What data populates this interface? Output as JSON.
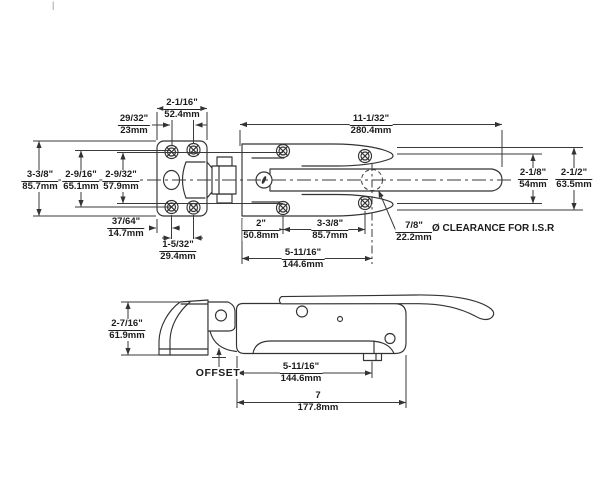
{
  "meta": {
    "type": "technical-drawing",
    "background": "#ffffff",
    "line_color": "#333333",
    "text_color": "#1c1c1c"
  },
  "stray_mark": "|",
  "top_view": {
    "dims": {
      "strike_width": {
        "in": "2-1/16\"",
        "mm": "52.4mm"
      },
      "strike_hole_pitch": {
        "in": "29/32\"",
        "mm": "23mm"
      },
      "overall_length": {
        "in": "11-1/32\"",
        "mm": "280.4mm"
      },
      "strike_height": {
        "in": "3-3/8\"",
        "mm": "85.7mm"
      },
      "strike_hole_pitch_v": {
        "in": "2-9/16\"",
        "mm": "65.1mm"
      },
      "body_hole_pitch_v": {
        "in": "2-9/32\"",
        "mm": "57.9mm"
      },
      "strike_edge_offset": {
        "in": "37/64\"",
        "mm": "14.7mm"
      },
      "strike_hole_pitch_bottom": {
        "in": "1-5/32\"",
        "mm": "29.4mm"
      },
      "body_first_hole": {
        "in": "2\"",
        "mm": "50.8mm"
      },
      "body_hole_pitch_h": {
        "in": "3-3/8\"",
        "mm": "85.7mm"
      },
      "body_length": {
        "in": "5-11/16\"",
        "mm": "144.6mm"
      },
      "clearance_dia": {
        "in": "7/8\"",
        "mm": "22.2mm"
      },
      "handle_height": {
        "in": "2-1/8\"",
        "mm": "54mm"
      },
      "body_width": {
        "in": "2-1/2\"",
        "mm": "63.5mm"
      }
    },
    "clearance_note": "Ø CLEARANCE FOR I.S.R"
  },
  "side_view": {
    "dims": {
      "strike_height": {
        "in": "2-7/16\"",
        "mm": "61.9mm"
      },
      "body_length": {
        "in": "5-11/16\"",
        "mm": "144.6mm"
      },
      "overall_length": {
        "in": "7",
        "mm": "177.8mm"
      }
    },
    "offset_label": "OFFSET"
  }
}
